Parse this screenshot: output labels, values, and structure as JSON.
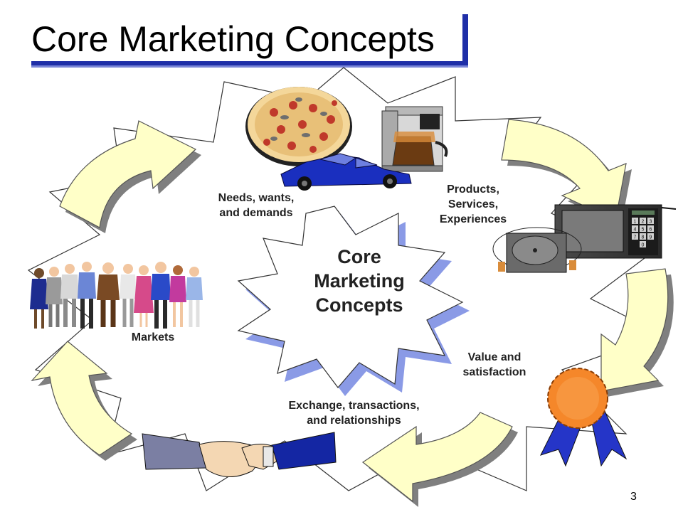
{
  "slide": {
    "title": "Core Marketing Concepts",
    "center_label": [
      "Core",
      "Marketing",
      "Concepts"
    ],
    "concepts": {
      "needs": [
        "Needs, wants,",
        "and demands"
      ],
      "products": [
        "Products,",
        "Services,",
        "Experiences"
      ],
      "value": [
        "Value and",
        "satisfaction"
      ],
      "exchange": [
        "Exchange, transactions,",
        "and relationships"
      ],
      "markets": [
        "Markets"
      ]
    },
    "microwave_keypad": [
      "1",
      "2",
      "3",
      "4",
      "5",
      "6",
      "7",
      "8",
      "9",
      "0"
    ],
    "page_number": "3"
  },
  "colors": {
    "title_rule": "#1f2fa8",
    "arrow_fill": "#ffffc8",
    "star_shadow": "#7d8fe0",
    "car_blue": "#1a2fbf",
    "ribbon_orange": "#f5872a",
    "ribbon_blue": "#2535c8"
  },
  "icons": [
    "pizza-icon",
    "coffee-maker-icon",
    "car-icon",
    "microwave-icon",
    "ribbon-award-icon",
    "handshake-icon",
    "people-group-icon"
  ]
}
